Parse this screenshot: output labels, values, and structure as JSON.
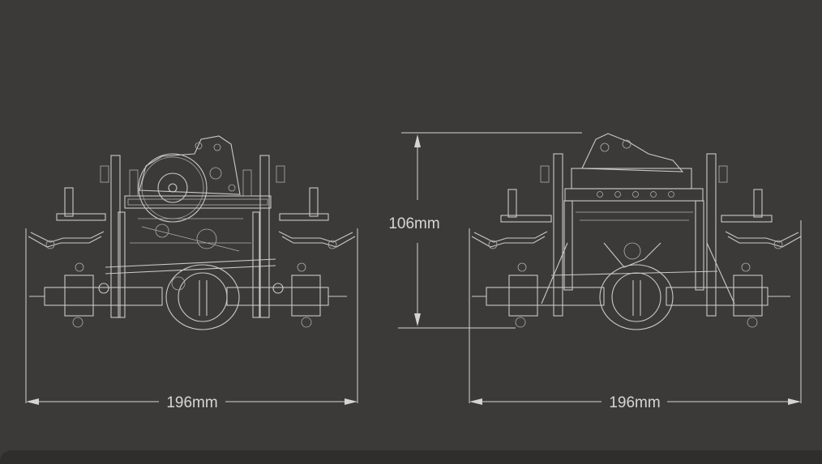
{
  "colors": {
    "background": "#3b3a39",
    "line": "#c9c9c7",
    "strip": "#2f2e2d"
  },
  "dimensions": {
    "left_width": "196mm",
    "right_width": "196mm",
    "height": "106mm"
  },
  "views": [
    "front-chassis-view",
    "rear-chassis-view"
  ]
}
